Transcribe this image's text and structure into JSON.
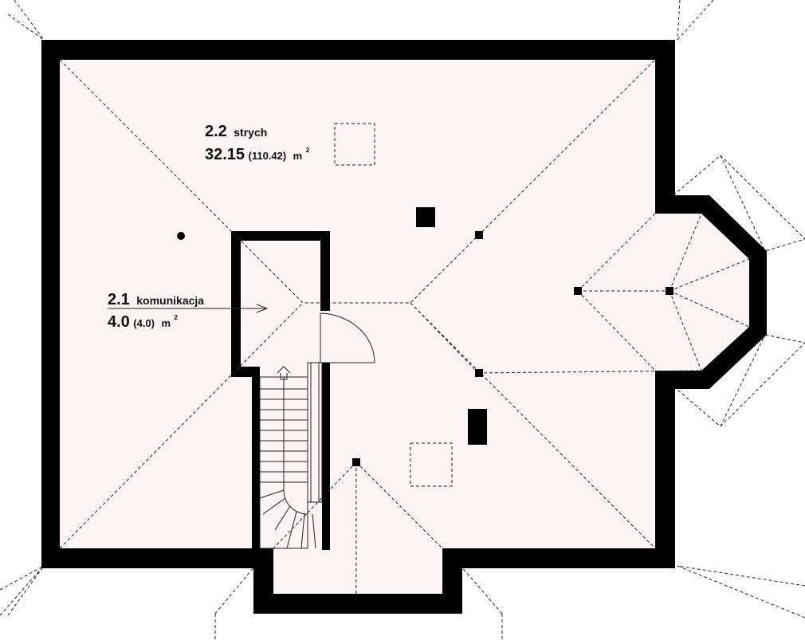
{
  "rooms": [
    {
      "number": "2.2",
      "name": "strych",
      "area": "32.15",
      "area_total": "(110.42)",
      "unit": "m",
      "unit_exp": "2"
    },
    {
      "number": "2.1",
      "name": "komunikacja",
      "area": "4.0",
      "area_total": "(4.0)",
      "unit": "m",
      "unit_exp": "2"
    }
  ],
  "colors": {
    "wall": "#000000",
    "floor": "#faf5f4",
    "lines": "#222222"
  }
}
